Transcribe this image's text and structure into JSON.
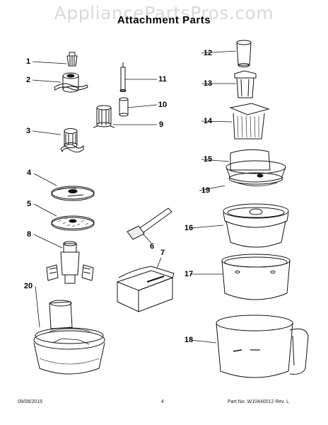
{
  "watermark": "AppliancePartsPros.com",
  "title": "Attachment Parts",
  "callouts": {
    "c1": "1",
    "c2": "2",
    "c3": "3",
    "c4": "4",
    "c5": "5",
    "c6": "6",
    "c7": "7",
    "c8": "8",
    "c9": "9",
    "c10": "10",
    "c11": "11",
    "c12": "12",
    "c13": "13",
    "c14": "14",
    "c15": "15",
    "c16": "16",
    "c17": "17",
    "c18": "18",
    "c19": "19",
    "c20": "20"
  },
  "footer": {
    "date": "09/09/2015",
    "page": "4",
    "part": "Part No. W10440012  Rev. L"
  }
}
